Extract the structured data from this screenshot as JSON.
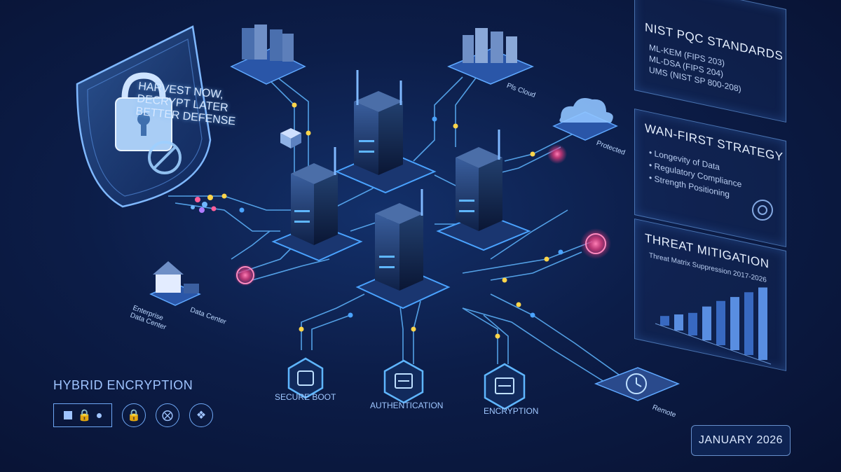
{
  "shield": {
    "lines": [
      "HARVEST NOW,",
      "DECRYPT LATER",
      "BETTER DEFENSE"
    ]
  },
  "panels": [
    {
      "title": "NIST PQC STANDARDS",
      "lines": [
        "ML-KEM (FIPS 203)",
        "ML-DSA (FIPS 204)",
        "UMS (NIST SP 800-208)"
      ]
    },
    {
      "title": "WAN-FIRST STRATEGY",
      "lines": [
        "• Longevity of Data",
        "• Regulatory Compliance",
        "• Strength Positioning"
      ]
    },
    {
      "title": "THREAT MITIGATION",
      "lines": [
        "Threat Matrix Suppression 2017-2026"
      ]
    }
  ],
  "threat_chart": {
    "bars": [
      0.12,
      0.2,
      0.28,
      0.42,
      0.55,
      0.66,
      0.78,
      0.9
    ]
  },
  "node_labels": {
    "cloud_top": "Pls Cloud",
    "cloud_right": "Protected",
    "datacenter_left": "Enterprise Data Center",
    "datacenter_right": "Data Center",
    "remote": "Remote"
  },
  "hubs": [
    {
      "label": "SECURE BOOT",
      "icon": "chip-icon"
    },
    {
      "label": "AUTHENTICATION",
      "icon": "server-icon"
    },
    {
      "label": "ENCRYPTION",
      "icon": "stack-icon"
    }
  ],
  "legend": {
    "title": "HYBRID ENCRYPTION",
    "icons": [
      "square-lock-dot-icon",
      "padlock-icon",
      "crosshair-icon",
      "network-icon"
    ]
  },
  "date": "JANUARY 2026",
  "colors": {
    "background": "#0c1d48",
    "accent": "#4aa3ff",
    "trace": "#5fb6ff",
    "node_yellow": "#ffd54a",
    "node_pink": "#ff4f9a"
  }
}
